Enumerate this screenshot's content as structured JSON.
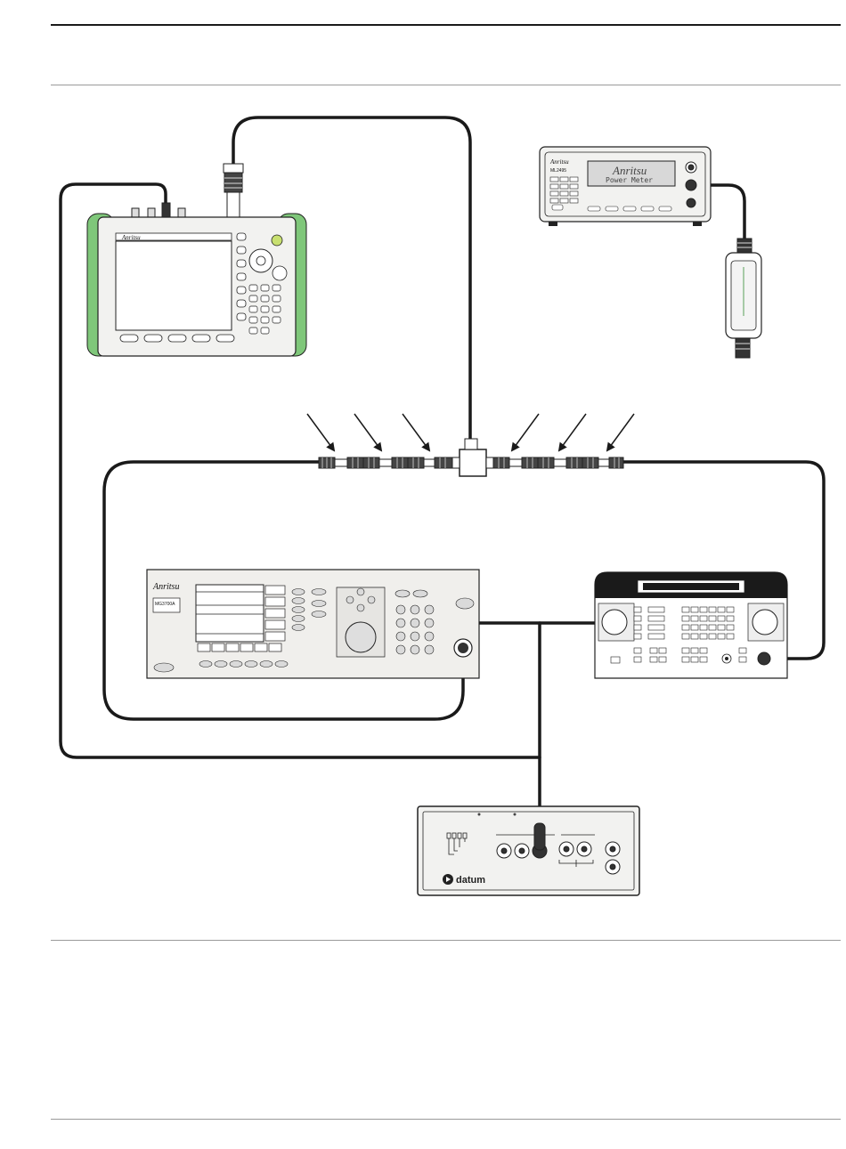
{
  "labels": {
    "handheld_brand": "Anritsu",
    "power_meter_brand": "Anritsu",
    "power_meter_model": "ML2495",
    "power_meter_display": "Power Meter",
    "signal_analyzer_brand": "Anritsu",
    "signal_analyzer_model": "MG3700A",
    "frequency_standard_brand": "datum"
  },
  "colors": {
    "cable": "#1a1a1a",
    "handheld_bumper": "#7fc77a",
    "device_body": "#f0efec",
    "device_outline": "#222222"
  },
  "icons": [
    "arrow-icon",
    "connector-icon",
    "tee-adapter-icon",
    "knob-icon"
  ]
}
